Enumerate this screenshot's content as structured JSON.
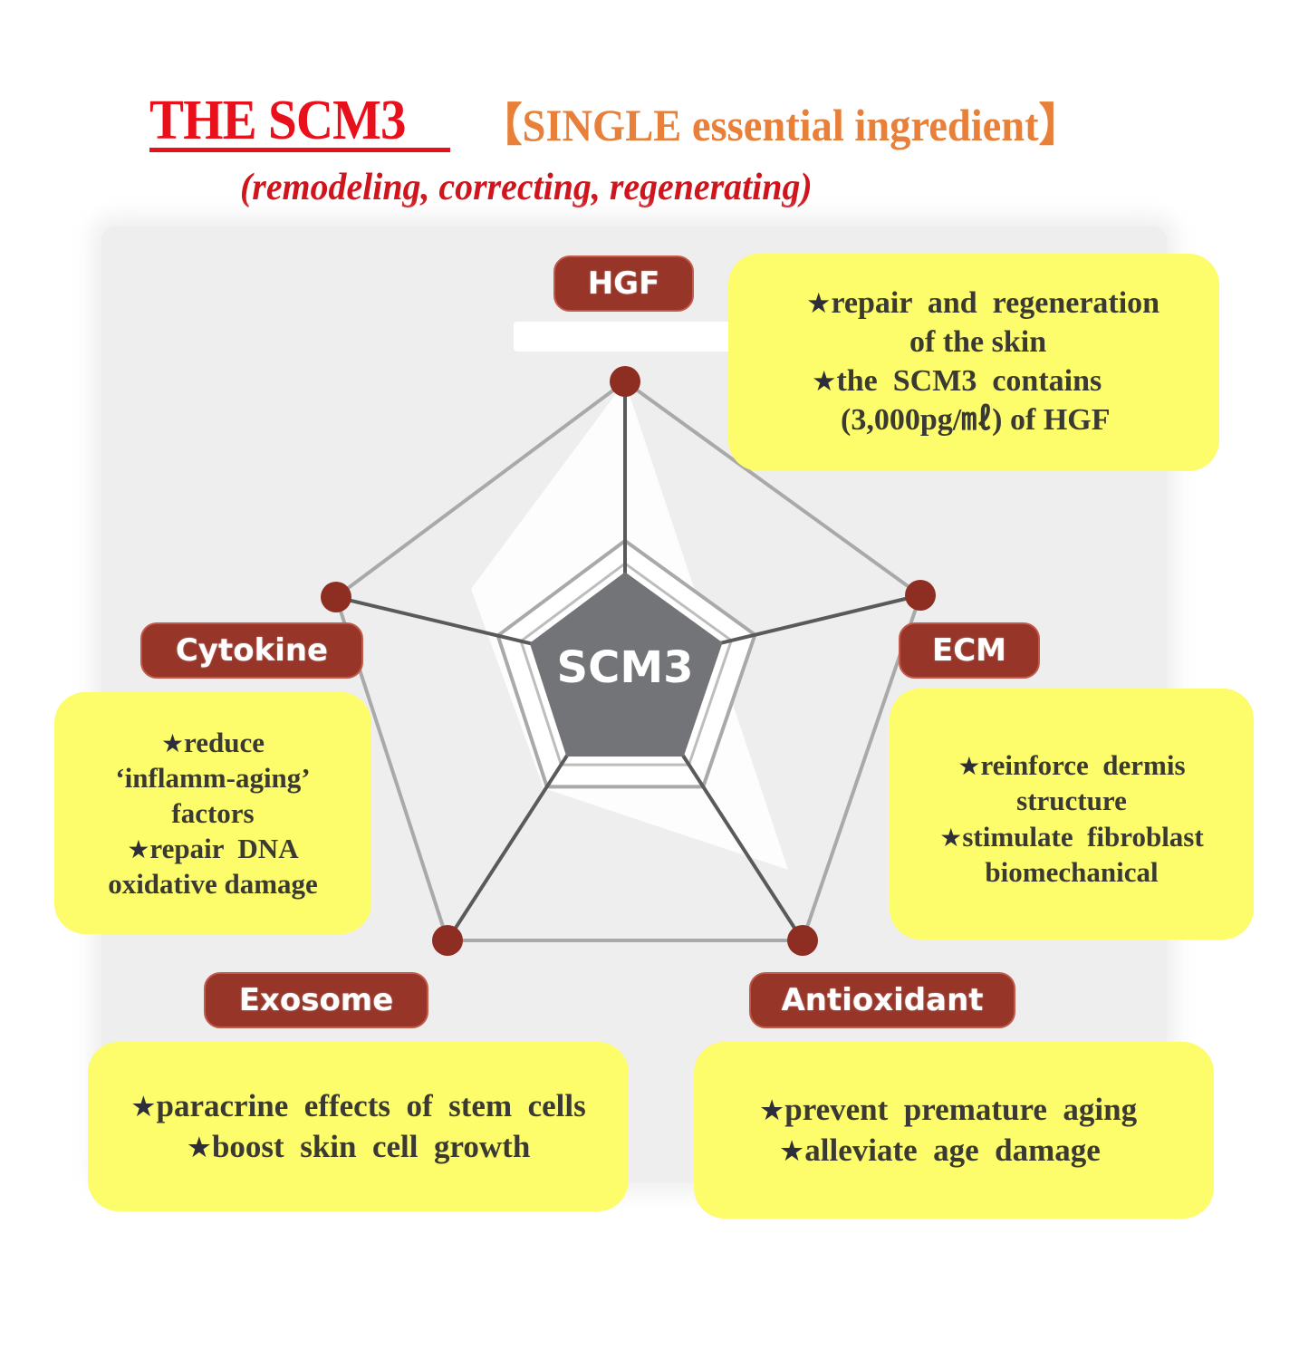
{
  "header": {
    "title": "THE SCM3",
    "title_color": "#e8101a",
    "tagline": "【SINGLE essential ingredient】",
    "tagline_color": "#e8803a",
    "subtitle": "(remodeling, correcting, regenerating)",
    "subtitle_color": "#d0141c"
  },
  "diagram": {
    "center_label": "SCM3",
    "center_color": "#737477",
    "node_color": "#8e2e22",
    "axes": [
      {
        "id": "hgf",
        "label": "HGF"
      },
      {
        "id": "ecm",
        "label": "ECM"
      },
      {
        "id": "antioxidant",
        "label": "Antioxidant"
      },
      {
        "id": "exosome",
        "label": "Exosome"
      },
      {
        "id": "cytokine",
        "label": "Cytokine"
      }
    ]
  },
  "notes": {
    "hgf": {
      "lines": [
        {
          "star": true,
          "text": "repair  and  regeneration"
        },
        {
          "star": false,
          "text": "of the skin"
        },
        {
          "star": true,
          "text": "the  SCM3  contains"
        },
        {
          "star": false,
          "text": "(3,000pg/㎖) of HGF"
        }
      ]
    },
    "ecm": {
      "lines": [
        {
          "star": true,
          "text": "reinforce  dermis"
        },
        {
          "star": false,
          "text": "structure"
        },
        {
          "star": true,
          "text": "stimulate  fibroblast"
        },
        {
          "star": false,
          "text": "biomechanical"
        }
      ]
    },
    "cytokine": {
      "lines": [
        {
          "star": true,
          "text": "reduce"
        },
        {
          "star": false,
          "text": "‘inflamm-aging’"
        },
        {
          "star": false,
          "text": "factors"
        },
        {
          "star": true,
          "text": "repair  DNA"
        },
        {
          "star": false,
          "text": "oxidative damage"
        }
      ]
    },
    "exosome": {
      "lines": [
        {
          "star": true,
          "text": "paracrine  effects  of  stem  cells"
        },
        {
          "star": true,
          "text": "boost  skin  cell  growth"
        }
      ]
    },
    "antioxidant": {
      "lines": [
        {
          "star": true,
          "text": "prevent  premature  aging"
        },
        {
          "star": true,
          "text": "alleviate  age  damage"
        }
      ]
    },
    "star_glyph": "★",
    "note_bg": "#fdfc6a"
  }
}
